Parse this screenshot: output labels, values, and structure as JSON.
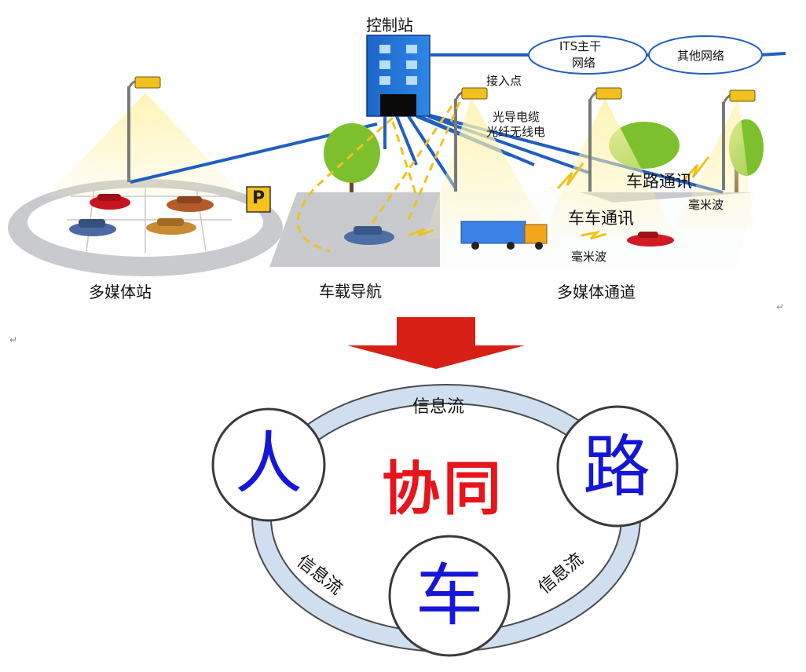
{
  "top": {
    "control_station": "控制站",
    "its_backbone": "ITS主干\n网络",
    "its_backbone_line1": "ITS主干",
    "its_backbone_line2": "网络",
    "other_networks": "其他网络",
    "access_point": "接入点",
    "fiber_cable": "光导电缆",
    "fiber_wireless": "光纤无线电",
    "v2r": "车路通讯",
    "v2v": "车车通讯",
    "mmwave_1": "毫米波",
    "mmwave_2": "毫米波",
    "parking_sign": "P",
    "multimedia_station": "多媒体站",
    "vehicle_navigation": "车载导航",
    "multimedia_channel": "多媒体通道"
  },
  "bottom": {
    "flow_top": "信息流",
    "flow_left": "信息流",
    "flow_right": "信息流",
    "person": "人",
    "road": "路",
    "vehicle": "车",
    "cooperation": "协同"
  },
  "marks": {
    "return_mark": "↵"
  },
  "colors": {
    "network_blue": "#1f5fbf",
    "arrow_red": "#d81f16",
    "center_red": "#e8141b",
    "node_blue": "#1616d8",
    "ring_fill": "#cfdff0"
  }
}
